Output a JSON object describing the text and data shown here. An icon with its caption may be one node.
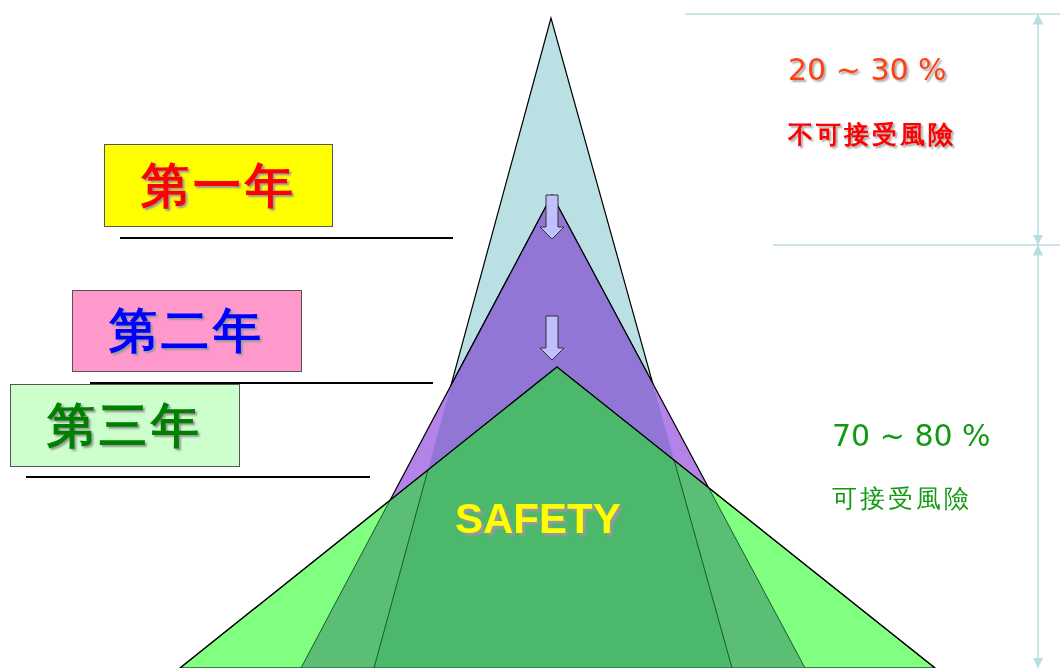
{
  "diagram": {
    "nodes": [
      {
        "text": [
          "第一年"
        ]
      },
      {
        "text": [
          "第二年"
        ]
      },
      {
        "text": [
          "第三年"
        ]
      }
    ],
    "edges": [],
    "labels": [
      "20 ~ 30 %",
      "不可接受風險",
      "70 ~ 80 %",
      "可接受風險",
      "SAFETY"
    ]
  }
}
